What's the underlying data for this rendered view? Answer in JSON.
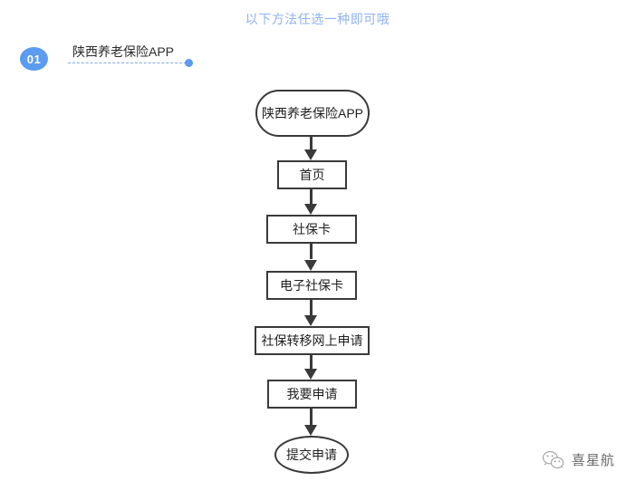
{
  "header": {
    "title": "以下方法任选一种即可哦"
  },
  "step": {
    "number": "01",
    "label": "陕西养老保险APP"
  },
  "flow": {
    "nodes": [
      {
        "id": "app",
        "shape": "stadium",
        "label": "陕西养老保险APP"
      },
      {
        "id": "home",
        "shape": "rect",
        "label": "首页"
      },
      {
        "id": "card",
        "shape": "rect",
        "label": "社保卡"
      },
      {
        "id": "ecard",
        "shape": "rect",
        "label": "电子社保卡"
      },
      {
        "id": "transfer",
        "shape": "rect",
        "label": "社保转移网上申请"
      },
      {
        "id": "apply",
        "shape": "rect",
        "label": "我要申请"
      },
      {
        "id": "submit",
        "shape": "ellipse",
        "label": "提交申请"
      }
    ]
  },
  "watermark": {
    "text": "喜星航",
    "icon": "wechat-icon"
  },
  "colors": {
    "accent": "#5B9BF0",
    "title": "#8FB3F0",
    "stroke": "#3a3a3a"
  }
}
